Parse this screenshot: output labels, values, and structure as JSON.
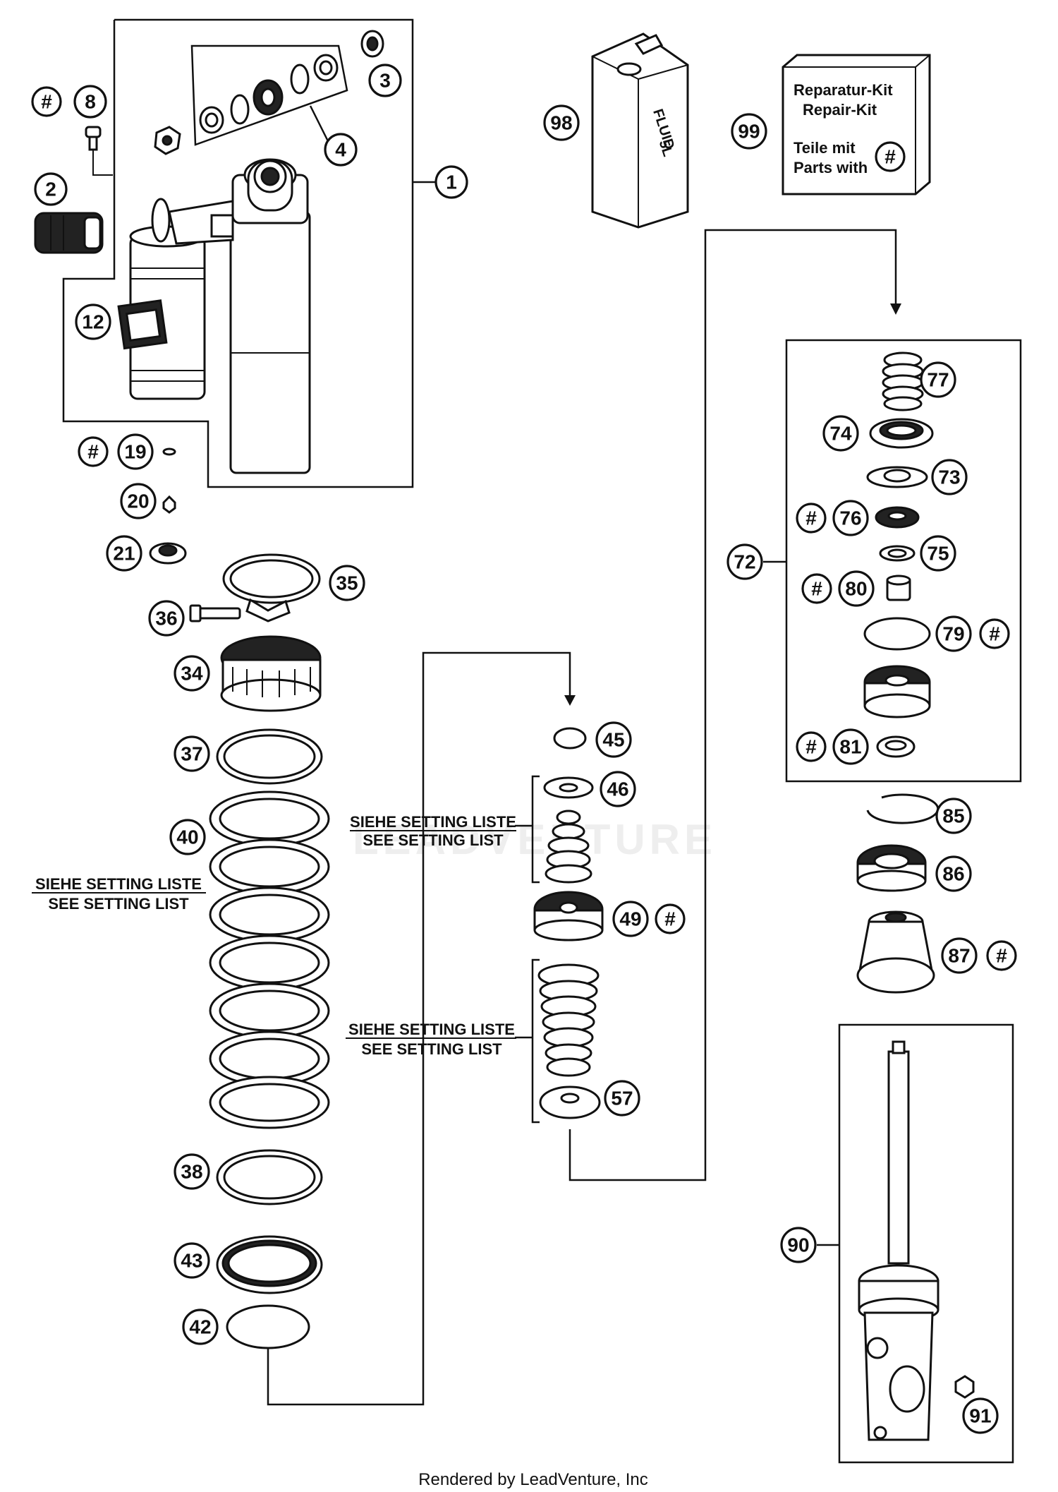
{
  "callouts": {
    "c1": "1",
    "c2": "2",
    "c3": "3",
    "c4": "4",
    "c8": "8",
    "c12": "12",
    "c19": "19",
    "c20": "20",
    "c21": "21",
    "c34": "34",
    "c35": "35",
    "c36": "36",
    "c37": "37",
    "c38": "38",
    "c40": "40",
    "c42": "42",
    "c43": "43",
    "c45": "45",
    "c46": "46",
    "c49": "49",
    "c57": "57",
    "c72": "72",
    "c73": "73",
    "c74": "74",
    "c75": "75",
    "c76": "76",
    "c77": "77",
    "c79": "79",
    "c80": "80",
    "c81": "81",
    "c85": "85",
    "c86": "86",
    "c87": "87",
    "c90": "90",
    "c91": "91",
    "c98": "98",
    "c99": "99"
  },
  "hash": "#",
  "setting_labels": {
    "de": "SIEHE SETTING LISTE",
    "en": "SEE SETTING LIST"
  },
  "fluid_label": {
    "line1": "FLUID",
    "line2": "5L"
  },
  "kit_box": {
    "line1": "Reparatur-Kit",
    "line2": "Repair-Kit",
    "line3": "Teile mit",
    "line4": "Parts with"
  },
  "footer": "Rendered by LeadVenture, Inc",
  "watermark": "LEADVENTURE"
}
